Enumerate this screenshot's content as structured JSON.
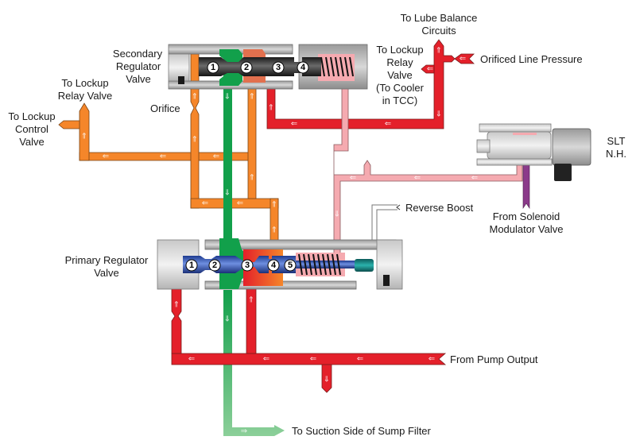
{
  "title": "Primary and Secondary Regulator Valve Hydraulic Circuit",
  "colors": {
    "line_pressure": "#e4202a",
    "secondary_pressure": "#f5862a",
    "exhaust_to_suction": "#12a04b",
    "slt_signal": "#f5aab0",
    "solenoid_modulator": "#8b3a8a",
    "primary_valve_spool": "#2b4aa8",
    "secondary_valve_spool": "#2a2a2a",
    "valve_body": "#bdbdbd"
  },
  "labels": {
    "secondary_regulator_valve": [
      "Secondary",
      "Regulator",
      "Valve"
    ],
    "primary_regulator_valve": [
      "Primary Regulator",
      "Valve"
    ],
    "to_lockup_relay_valve_left": [
      "To Lockup",
      "Relay Valve"
    ],
    "to_lockup_control_valve": [
      "To Lockup",
      "Control",
      "Valve"
    ],
    "orifice": "Orifice",
    "to_lube_balance": [
      "To Lube Balance",
      "Circuits"
    ],
    "to_lockup_relay_valve_right": [
      "To Lockup",
      "Relay",
      "Valve",
      "(To Cooler",
      "in TCC)"
    ],
    "orificed_line_pressure": "Orificed Line Pressure",
    "slt": [
      "SLT",
      "N.H."
    ],
    "reverse_boost": "Reverse Boost",
    "from_solenoid_modulator": [
      "From Solenoid",
      "Modulator Valve"
    ],
    "from_pump_output": "From Pump Output",
    "to_suction_side": "To Suction Side of Sump Filter"
  },
  "secondary_valve_lands": [
    "1",
    "2",
    "3",
    "4"
  ],
  "primary_valve_lands": [
    "1",
    "2",
    "3",
    "4",
    "5"
  ],
  "arrow_glyphs": {
    "left": "⇐",
    "right": "⇒",
    "up": "⇑",
    "down": "⇓"
  }
}
